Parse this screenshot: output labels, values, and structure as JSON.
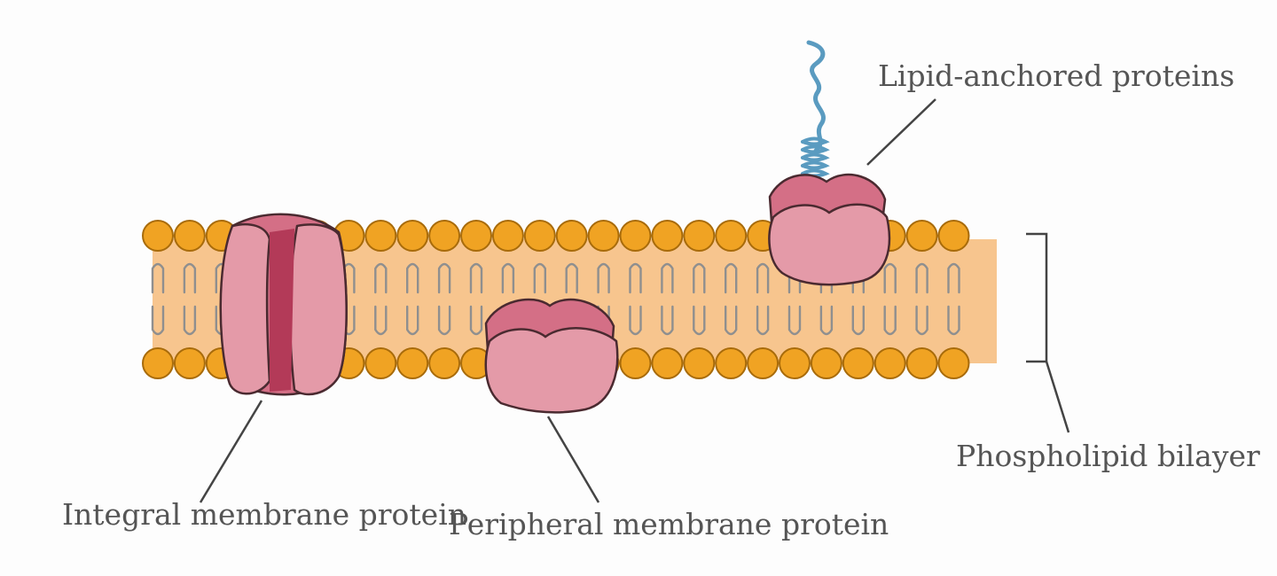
{
  "labels": {
    "lipid_anchored": "Lipid-anchored proteins",
    "phospholipid_bilayer": "Phospholipid bilayer",
    "integral": "Integral membrane protein",
    "peripheral": "Peripheral membrane protein"
  },
  "colors": {
    "background": "#fdfdfd",
    "bilayer_core": "#f7c58e",
    "head_fill": "#f0a323",
    "head_outline": "#a86b0a",
    "tail": "#8f8f8f",
    "protein_light": "#e49aa8",
    "protein_mid": "#d46f86",
    "protein_dark": "#b33a58",
    "protein_outline": "#4a2a30",
    "lipid_anchor": "#5a9bc0",
    "text": "#555555",
    "leader": "#444444"
  }
}
